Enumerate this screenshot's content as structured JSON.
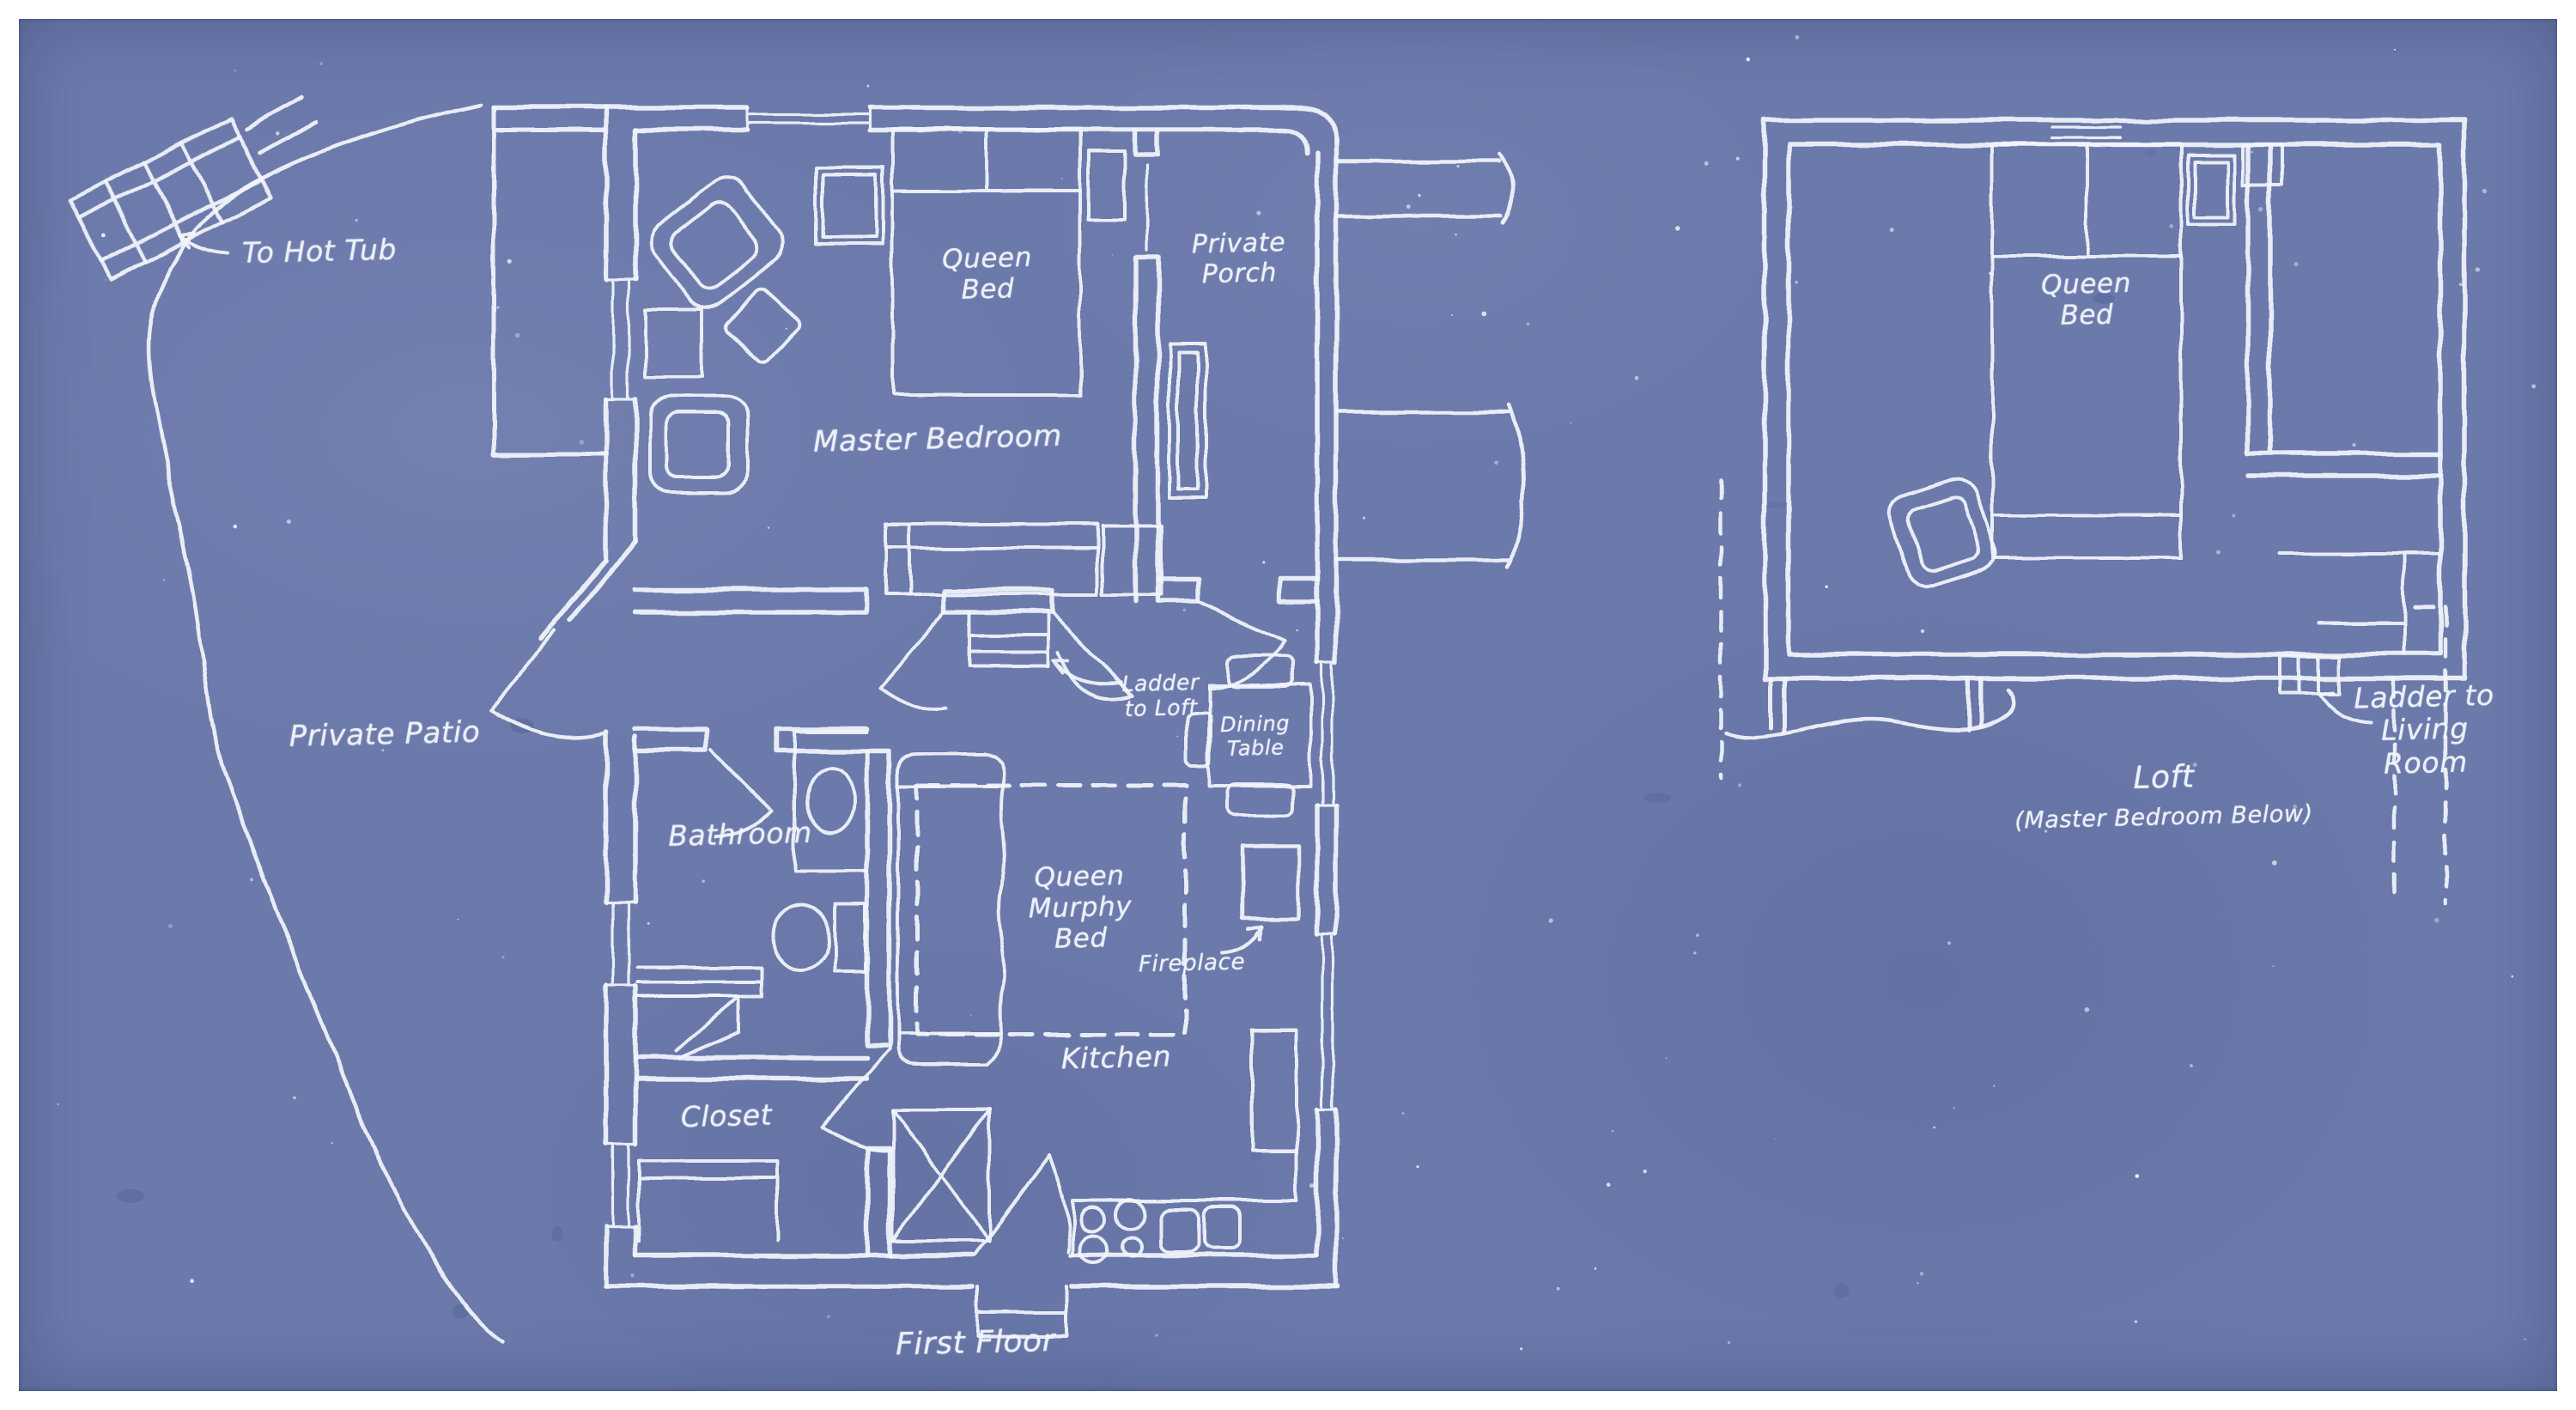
{
  "colors": {
    "background": "#6b79ab",
    "frame": "#ffffff",
    "ink": "#f2f5fb"
  },
  "plans": {
    "first_floor": {
      "title": "First Floor",
      "labels": {
        "to_hot_tub": "To Hot Tub",
        "queen_bed": "Queen\nBed",
        "private_porch": "Private\nPorch",
        "master_bedroom": "Master Bedroom",
        "private_patio": "Private Patio",
        "ladder_to_loft": "Ladder\nto Loft",
        "dining_table": "Dining\nTable",
        "bathroom": "Bathroom",
        "queen_murphy_bed": "Queen\nMurphy\nBed",
        "fireplace": "Fireplace",
        "closet": "Closet",
        "kitchen": "Kitchen"
      }
    },
    "loft": {
      "title": "Loft",
      "subtitle": "(Master Bedroom Below)",
      "labels": {
        "queen_bed": "Queen\nBed",
        "ladder_to_living_room": "Ladder to\nLiving Room"
      }
    }
  }
}
